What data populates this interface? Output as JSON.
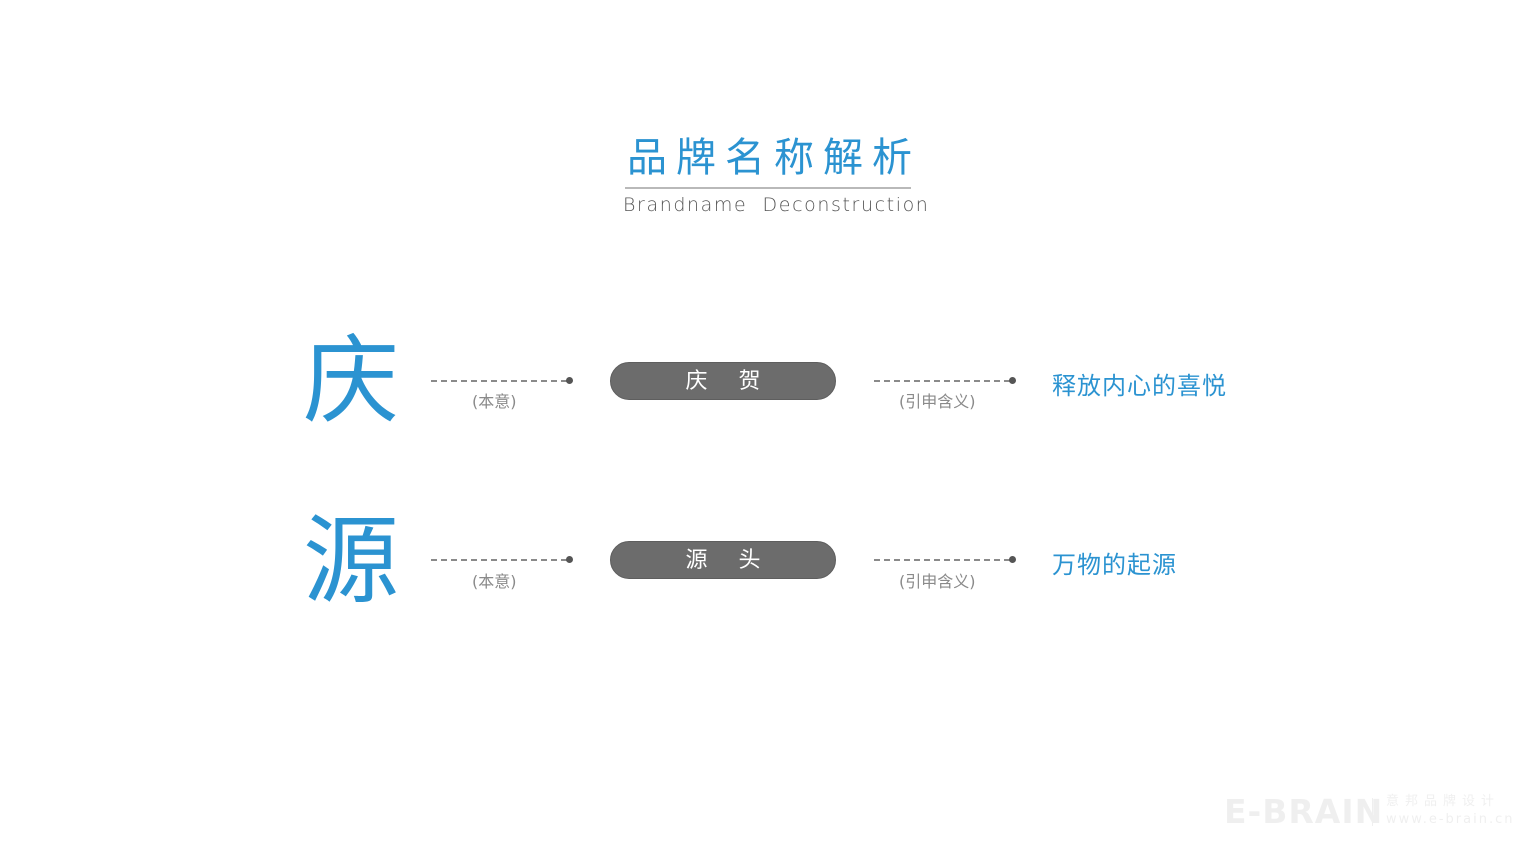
{
  "header": {
    "title_cn": "品牌名称解析",
    "title_en": "Brandname  Deconstruction"
  },
  "rows": [
    {
      "character": "庆",
      "original_label": "(本意)",
      "original_meaning": "庆 贺",
      "extended_label": "(引申含义)",
      "extended_meaning": "释放内心的喜悦"
    },
    {
      "character": "源",
      "original_label": "(本意)",
      "original_meaning": "源 头",
      "extended_label": "(引申含义)",
      "extended_meaning": "万物的起源"
    }
  ],
  "watermark": {
    "logo": "E-BRAIN",
    "company_cn": "意邦品牌设计",
    "url": "www.e-brain.cn"
  },
  "colors": {
    "accent_blue": "#2b93d1",
    "pill_gray": "#6c6c6c",
    "label_gray": "#8a8a8a"
  }
}
